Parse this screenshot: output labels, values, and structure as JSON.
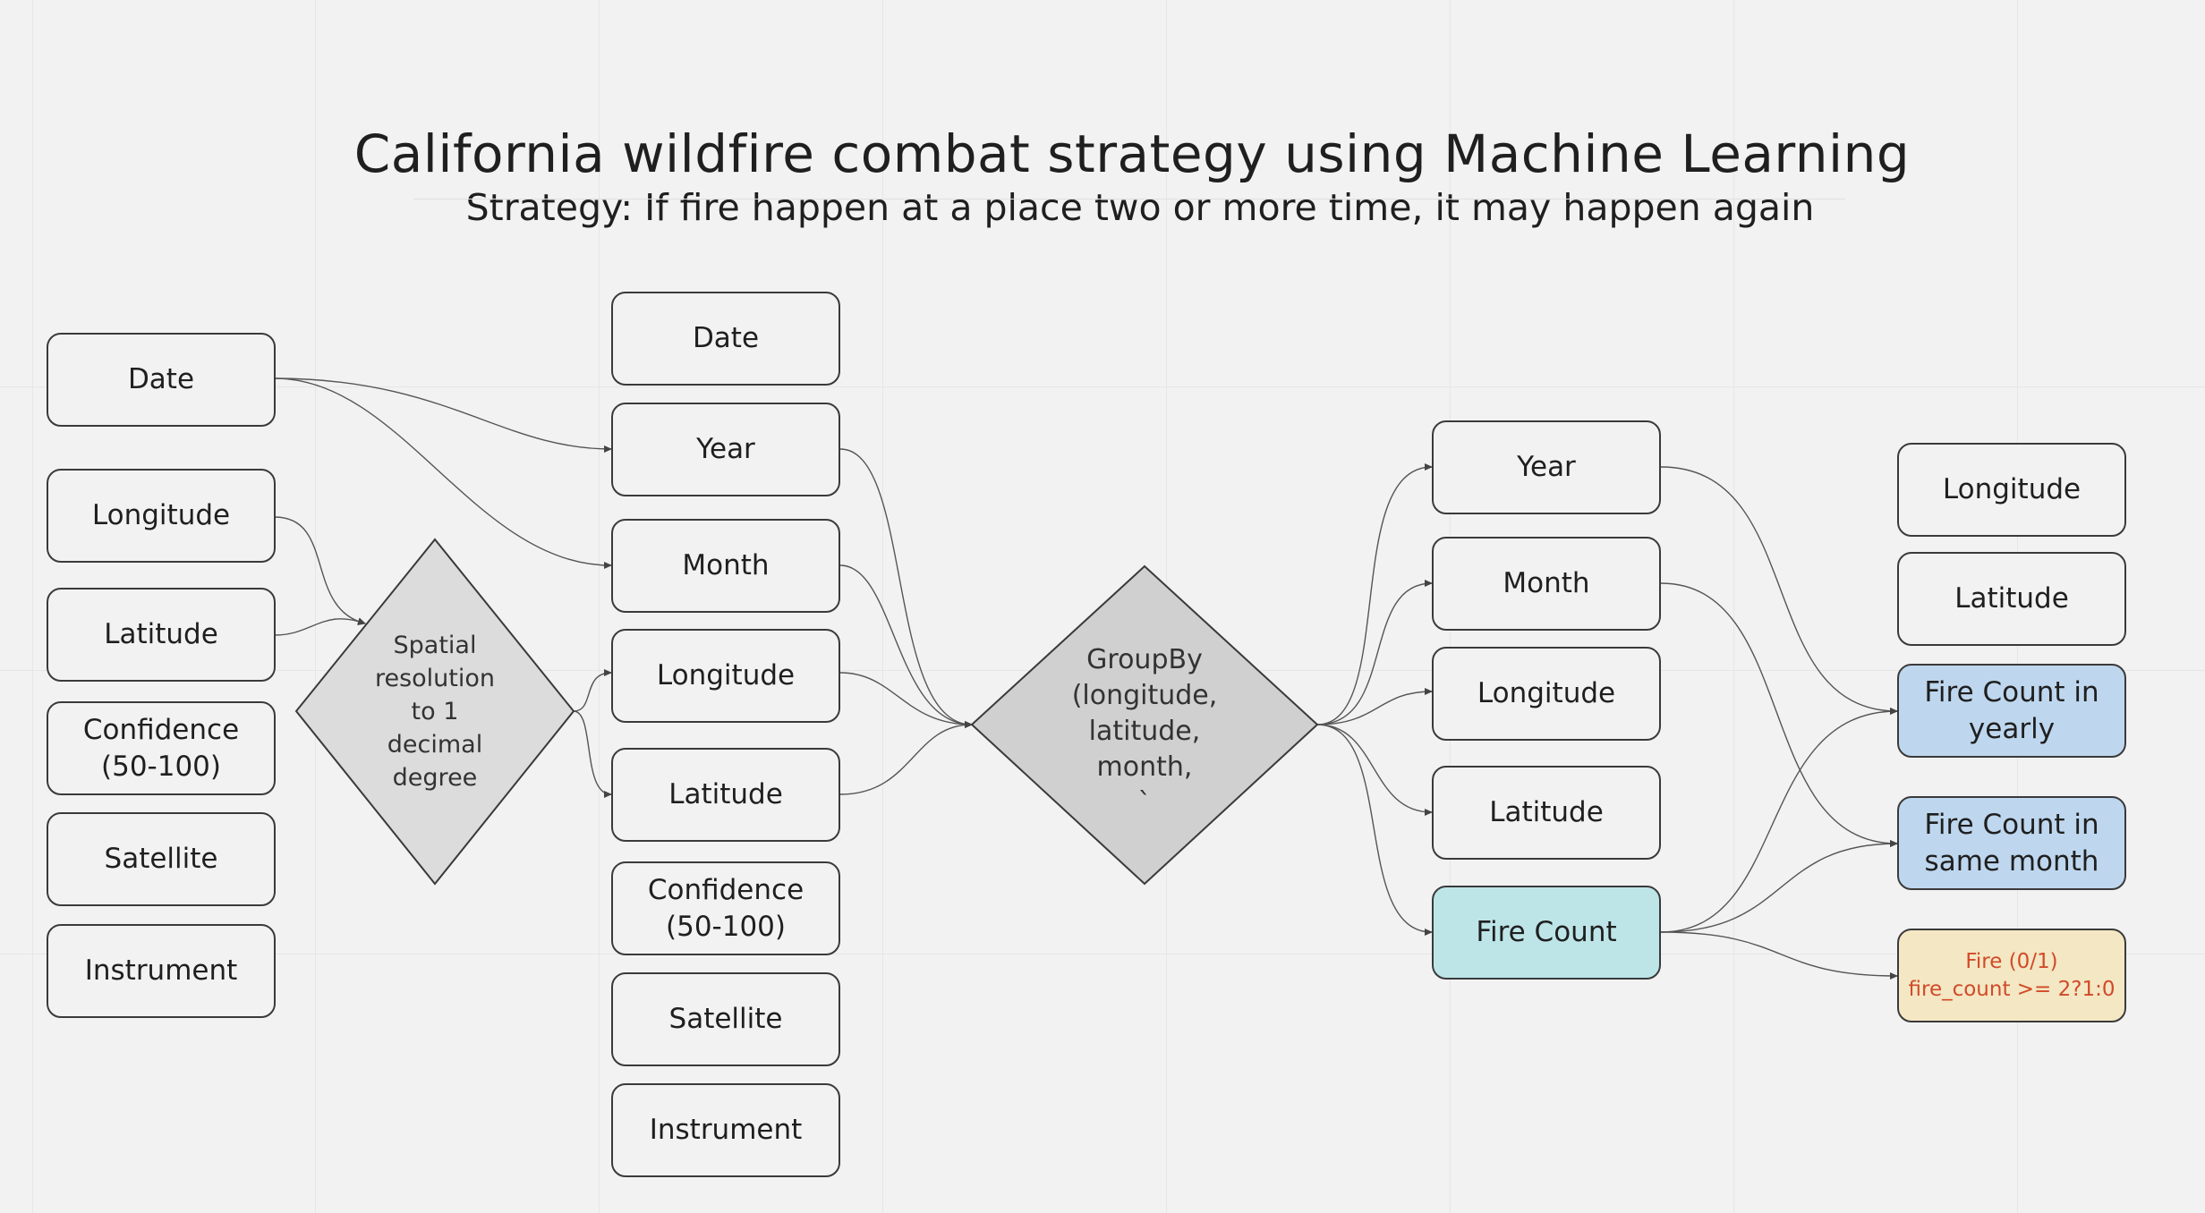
{
  "header": {
    "title": "California wildfire combat strategy using Machine Learning",
    "subtitle": "Strategy: If fire happen at a place two or more time, it may happen again"
  },
  "raw_fields": {
    "date": "Date",
    "longitude": "Longitude",
    "latitude": "Latitude",
    "confidence": "Confidence\n(50-100)",
    "satellite": "Satellite",
    "instrument": "Instrument"
  },
  "spatial_step": {
    "label": "Spatial\nresolution\nto 1\ndecimal\ndegree"
  },
  "derived_fields": {
    "date": "Date",
    "year": "Year",
    "month": "Month",
    "longitude": "Longitude",
    "latitude": "Latitude",
    "confidence": "Confidence\n(50-100)",
    "satellite": "Satellite",
    "instrument": "Instrument"
  },
  "groupby_step": {
    "label": "GroupBy\n(longitude,\nlatitude,\nmonth,\n`"
  },
  "grouped_fields": {
    "year": "Year",
    "month": "Month",
    "longitude": "Longitude",
    "latitude": "Latitude",
    "fire_count": "Fire Count"
  },
  "output_fields": {
    "longitude": "Longitude",
    "latitude": "Latitude",
    "fire_count_yearly": "Fire Count in\nyearly",
    "fire_count_month": "Fire Count in\nsame month",
    "fire_label": "Fire (0/1)\nfire_count >= 2?1:0"
  },
  "colors": {
    "fire_count_fill": "#bde5e8",
    "aggregate_fill": "#bed7ee",
    "label_fill": "#f4e7c3",
    "label_text": "#d14a2a",
    "diamond_fill": "#dcdcdc",
    "diamond_fill_dark": "#d0d0d0"
  }
}
